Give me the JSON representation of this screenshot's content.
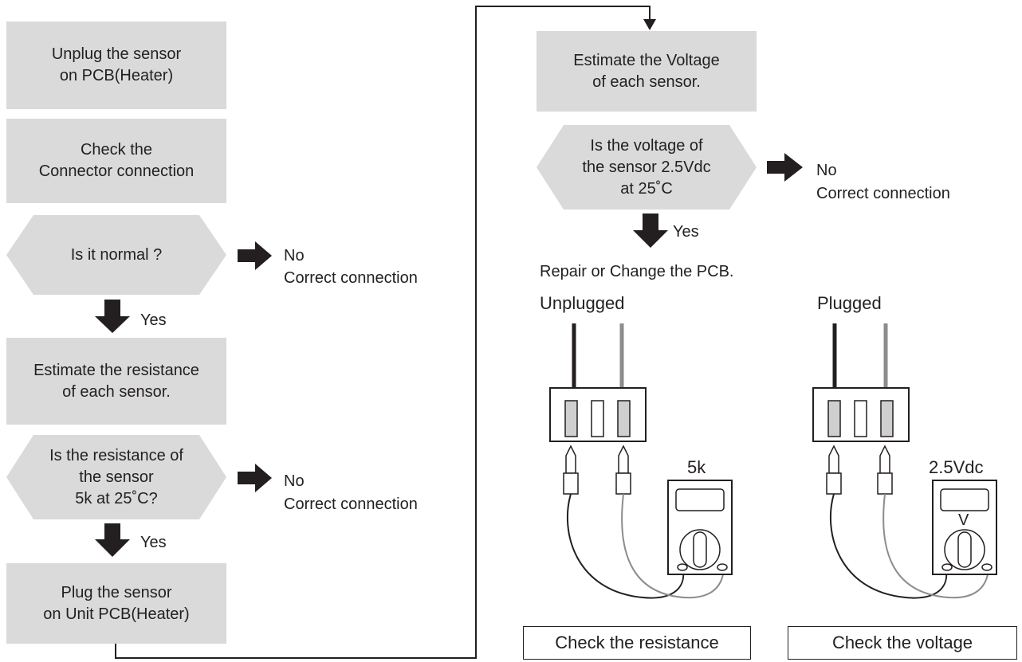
{
  "left_column": {
    "step1": [
      "Unplug the sensor",
      "on PCB(Heater)"
    ],
    "step2": [
      "Check the",
      "Connector connection"
    ],
    "decision1": "Is it normal ?",
    "decision1_no": "No",
    "decision1_no_action": "Correct connection",
    "decision1_yes": "Yes",
    "step3": [
      "Estimate the resistance",
      "of each sensor."
    ],
    "decision2": [
      "Is the resistance of",
      "the sensor",
      "5k at 25˚C?"
    ],
    "decision2_no": "No",
    "decision2_no_action": "Correct connection",
    "decision2_yes": "Yes",
    "step4": [
      "Plug the sensor",
      "on Unit PCB(Heater)"
    ]
  },
  "right_column": {
    "step5": [
      "Estimate the Voltage",
      "of each sensor."
    ],
    "decision3": [
      "Is the voltage of",
      "the sensor 2.5Vdc",
      "at 25˚C"
    ],
    "decision3_no": "No",
    "decision3_no_action": "Correct connection",
    "decision3_yes": "Yes",
    "repair": "Repair or Change the PCB."
  },
  "illustrations": {
    "unplugged": {
      "state_label": "Unplugged",
      "meter_reading": "5k",
      "meter_mode": "",
      "caption": "Check the resistance"
    },
    "plugged": {
      "state_label": "Plugged",
      "meter_reading": "2.5Vdc",
      "meter_mode": "V",
      "caption": "Check the voltage"
    }
  },
  "colors": {
    "box_fill": "#dadada",
    "ink": "#231f20",
    "grey_wire": "#8c8c8c",
    "terminal_fill": "#cfcfcf"
  }
}
